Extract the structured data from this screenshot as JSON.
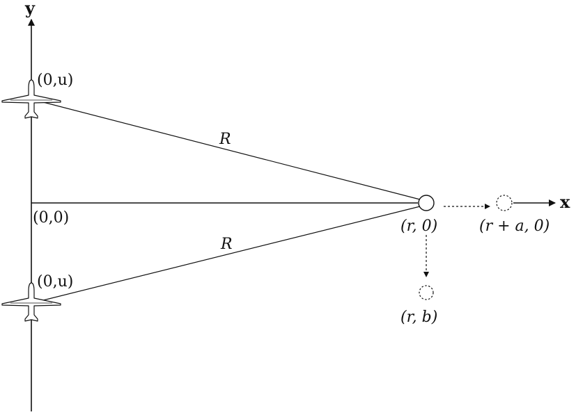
{
  "axes": {
    "x_label": "x",
    "y_label": "y"
  },
  "labels": {
    "origin": "(0,0)",
    "top_aircraft": "(0,u)",
    "bottom_aircraft": "(0,u)",
    "range_top": "R",
    "range_bottom": "R",
    "target": "(r, 0)",
    "target_shift_x": "(r + a, 0)",
    "target_shift_y": "(r, b)"
  },
  "icons": {
    "aircraft": "airplane-top-view-icon",
    "target": "circle-target-icon",
    "shifted_target": "dashed-circle-icon"
  },
  "colors": {
    "ink": "#111111",
    "background": "#ffffff"
  }
}
